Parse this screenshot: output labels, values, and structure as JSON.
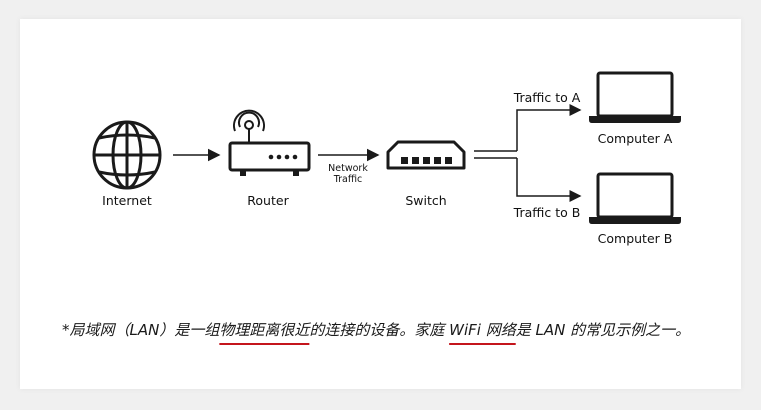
{
  "diagram": {
    "nodes": {
      "internet": "Internet",
      "router": "Router",
      "switch": "Switch",
      "computer_a": "Computer A",
      "computer_b": "Computer B"
    },
    "edge_labels": {
      "network": "Network",
      "traffic": "Traffic",
      "traffic_to_a": "Traffic to A",
      "traffic_to_b": "Traffic to B"
    }
  },
  "caption": {
    "part1": "*局域网（LAN）是一组",
    "highlight1": "物理距离很近",
    "part2": "的连接的设备。家庭 ",
    "highlight2": "WiFi 网络",
    "part3": "是 LAN 的常见示例之一。"
  },
  "colors": {
    "accent_underline": "#c4151c",
    "stroke": "#1a1a1a"
  }
}
